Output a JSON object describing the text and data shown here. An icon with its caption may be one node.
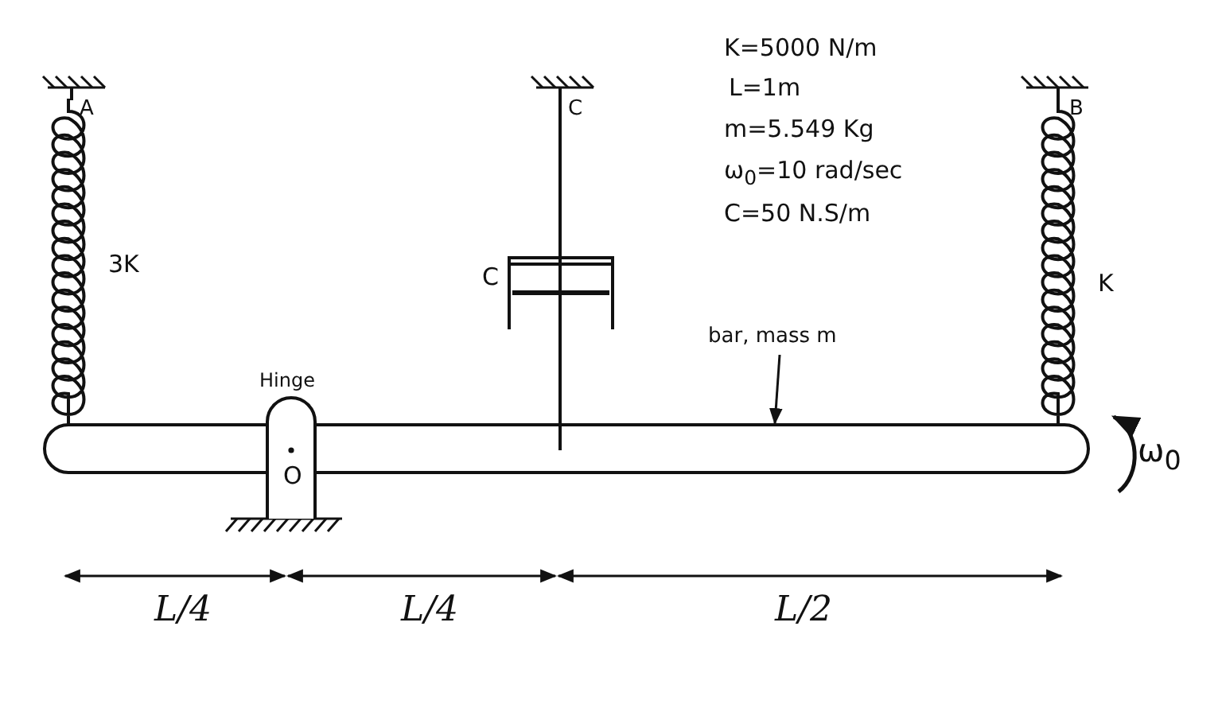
{
  "diagram": {
    "nodes": [
      {
        "text": [
          "bar, mass m"
        ]
      },
      {
        "text": [],
        "shape": "bar"
      }
    ],
    "edges": [
      {
        "from": 0,
        "to": 1,
        "arrow": "to"
      }
    ],
    "labels": [
      "K=5000 N/m",
      "L=1m",
      "m=5.549 Kg",
      "ω$_{0}$=10 rad/sec",
      "C=50 N.S/m",
      "A",
      "C",
      "B",
      "3K",
      "C",
      "K",
      "Hinge",
      "O",
      "ω$_{0}$",
      "L/4",
      "L/4",
      "L/2"
    ]
  }
}
